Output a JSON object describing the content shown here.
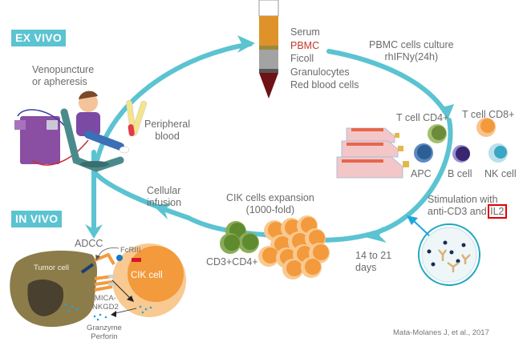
{
  "sections": {
    "ex_vivo": "EX VIVO",
    "in_vivo": "IN VIVO"
  },
  "steps": {
    "venopuncture": [
      "Venopuncture",
      "or apheresis"
    ],
    "peripheral_blood": [
      "Peripheral",
      "blood"
    ],
    "pbmc_culture": [
      "PBMC cells culture",
      "rhIFNy(24h)"
    ],
    "stimulation_prefix": [
      "Stimulation with",
      "anti-CD3 and "
    ],
    "stimulation_highlight": "IL2",
    "duration": [
      "14 to 21",
      "days"
    ],
    "expansion": [
      "CIK cells expansion",
      "(1000-fold)"
    ],
    "infusion": [
      "Cellular",
      "infusion"
    ]
  },
  "tube_layers": [
    {
      "label": "Serum",
      "color": "#e0922a"
    },
    {
      "label": "PBMC",
      "color": "#9a8a3a",
      "highlight": true
    },
    {
      "label": "Ficoll",
      "color": "#a3a3a3"
    },
    {
      "label": "Granulocytes",
      "color": "#555555"
    },
    {
      "label": "Red blood cells",
      "color": "#6e1216"
    }
  ],
  "cell_types": [
    {
      "label": "T cell CD4+",
      "color": "#6b8c3a"
    },
    {
      "label": "T cell CD8+",
      "color": "#f39a3c"
    },
    {
      "label": "APC",
      "color": "#2d5f95"
    },
    {
      "label": "B cell",
      "color": "#3a2670"
    },
    {
      "label": "NK cell",
      "color": "#3aa5c4"
    }
  ],
  "phenotype": "CD3+CD4+",
  "in_vivo": {
    "adcc": "ADCC",
    "fcriii": "FcRIII",
    "tumor_cell": "Tumor cell",
    "cik_cell": "CIK cell",
    "mica": [
      "MICA-",
      "NKGD2"
    ],
    "granzyme": [
      "Granzyme",
      "Perforin"
    ]
  },
  "citation": "Mata-Molanes J, et al., 2017",
  "colors": {
    "arrow": "#5bc3d1",
    "tag_bg": "#5bc3d1",
    "highlight_box": "#e00000",
    "pbmc_text": "#c0392b"
  }
}
